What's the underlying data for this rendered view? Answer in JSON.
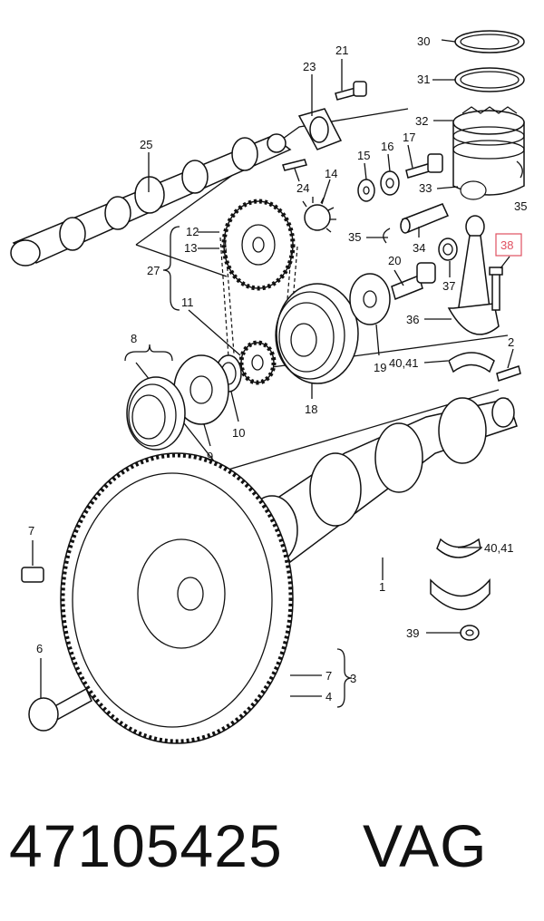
{
  "diagram": {
    "callouts": {
      "c30": "30",
      "c31": "31",
      "c32": "32",
      "c33": "33",
      "c35a": "35",
      "c21": "21",
      "c23": "23",
      "c25": "25",
      "c15": "15",
      "c16": "16",
      "c17": "17",
      "c24": "24",
      "c14": "14",
      "c35b": "35",
      "c34": "34",
      "c38": "38",
      "c12": "12",
      "c13": "13",
      "c27": "27",
      "c20": "20",
      "c37": "37",
      "c11": "11",
      "c36": "36",
      "c8": "8",
      "c2": "2",
      "c4041a": "40,41",
      "c19": "19",
      "c10": "10",
      "c9": "9",
      "c18": "18",
      "c7a": "7",
      "c4041b": "40,41",
      "c1": "1",
      "c6": "6",
      "c39": "39",
      "c7b": "7",
      "c4": "4",
      "c3": "3"
    },
    "highlight_color": "#e05060"
  },
  "footer": {
    "part_number": "47105425",
    "brand": "VAG"
  }
}
